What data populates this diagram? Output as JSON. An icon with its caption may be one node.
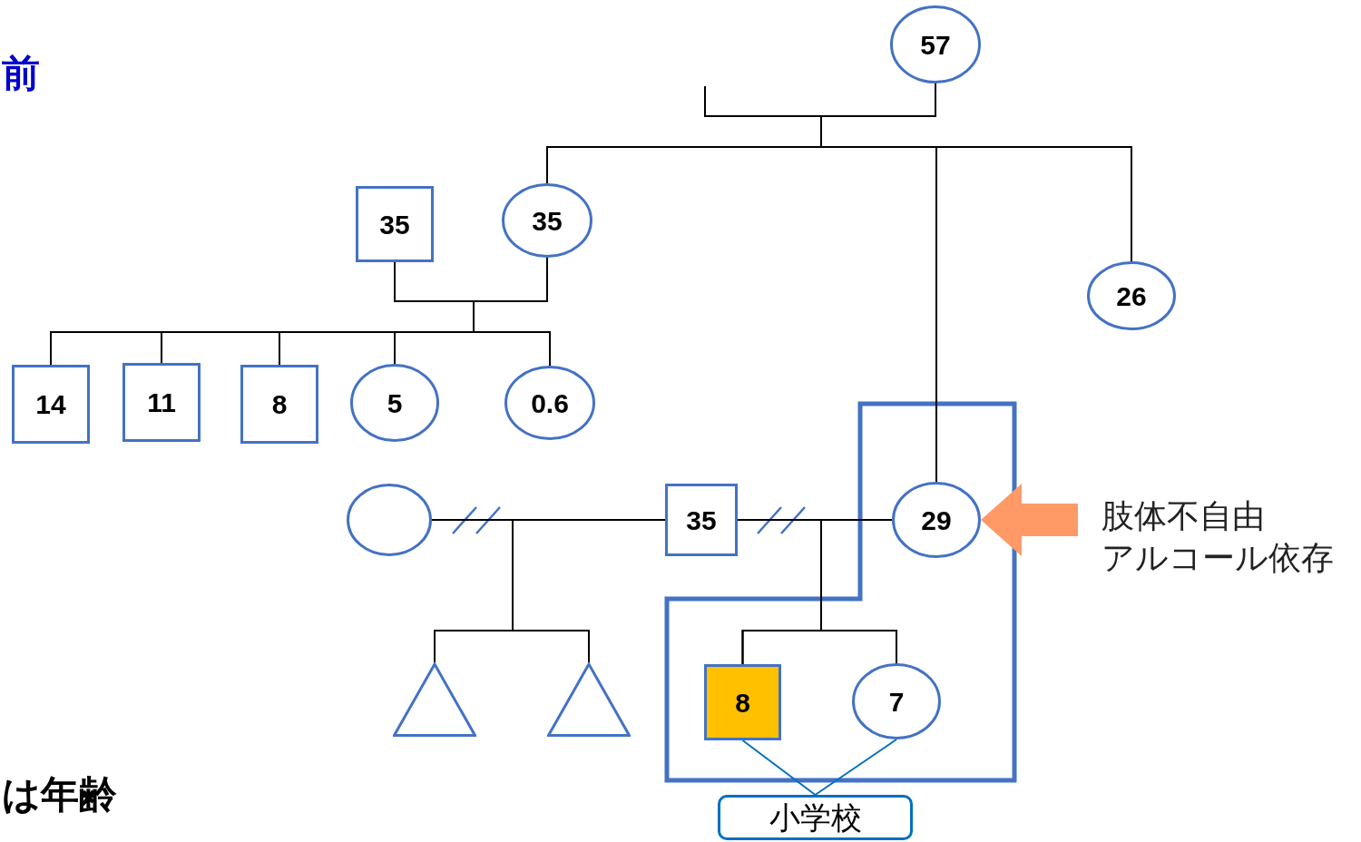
{
  "diagram": {
    "nodes": [
      {
        "text": [
          "57"
        ]
      },
      {
        "text": [
          "35"
        ]
      },
      {
        "text": [
          "35"
        ]
      },
      {
        "text": [
          "26"
        ]
      },
      {
        "text": [
          "14"
        ]
      },
      {
        "text": [
          "11"
        ]
      },
      {
        "text": [
          "8"
        ]
      },
      {
        "text": [
          "5"
        ]
      },
      {
        "text": [
          "0.6"
        ]
      },
      {
        "text": [],
        "shape": "circle"
      },
      {
        "text": [
          "35"
        ]
      },
      {
        "text": [
          "29"
        ]
      },
      {
        "text": [],
        "shape": "triangle"
      },
      {
        "text": [],
        "shape": "triangle"
      },
      {
        "text": [
          "8"
        ]
      },
      {
        "text": [
          "7"
        ]
      },
      {
        "text": [
          "小学校"
        ]
      },
      {
        "text": [
          "肢体不自由",
          "アルコール依存"
        ]
      }
    ],
    "edges": [
      {
        "from": 0,
        "to": null,
        "arrow": "none"
      },
      {
        "from": 0,
        "to": 2,
        "arrow": "none"
      },
      {
        "from": 0,
        "to": 11,
        "arrow": "none"
      },
      {
        "from": 0,
        "to": 3,
        "arrow": "none"
      },
      {
        "from": 1,
        "to": 2,
        "arrow": "none"
      },
      {
        "from": 1,
        "to": 4,
        "arrow": "none"
      },
      {
        "from": 1,
        "to": 5,
        "arrow": "none"
      },
      {
        "from": 1,
        "to": 6,
        "arrow": "none"
      },
      {
        "from": 1,
        "to": 7,
        "arrow": "none"
      },
      {
        "from": 1,
        "to": 8,
        "arrow": "none"
      },
      {
        "from": 2,
        "to": 4,
        "arrow": "none"
      },
      {
        "from": 2,
        "to": 5,
        "arrow": "none"
      },
      {
        "from": 2,
        "to": 6,
        "arrow": "none"
      },
      {
        "from": 2,
        "to": 7,
        "arrow": "none"
      },
      {
        "from": 2,
        "to": 8,
        "arrow": "none"
      },
      {
        "from": 9,
        "to": 10,
        "arrow": "none"
      },
      {
        "from": 10,
        "to": 11,
        "arrow": "none"
      },
      {
        "from": 9,
        "to": 12,
        "arrow": "none"
      },
      {
        "from": 9,
        "to": 13,
        "arrow": "none"
      },
      {
        "from": 10,
        "to": 12,
        "arrow": "none"
      },
      {
        "from": 10,
        "to": 13,
        "arrow": "none"
      },
      {
        "from": 10,
        "to": 14,
        "arrow": "none"
      },
      {
        "from": 10,
        "to": 15,
        "arrow": "none"
      },
      {
        "from": 11,
        "to": 14,
        "arrow": "none"
      },
      {
        "from": 11,
        "to": 15,
        "arrow": "none"
      },
      {
        "from": 14,
        "to": 16,
        "arrow": "none",
        "color": "#0070c0"
      },
      {
        "from": 15,
        "to": 16,
        "arrow": "none",
        "color": "#0070c0"
      },
      {
        "from": 17,
        "to": 11,
        "arrow": "to",
        "style": "thick",
        "color": "#ff9966"
      }
    ],
    "labels": [
      "前",
      "は年齢"
    ]
  }
}
